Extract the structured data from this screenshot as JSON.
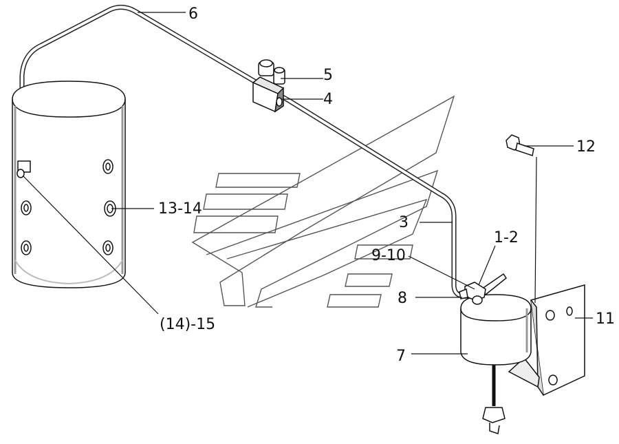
{
  "labels": {
    "p1_2": "1-2",
    "p3": "3",
    "p4": "4",
    "p5": "5",
    "p6": "6",
    "p7": "7",
    "p8": "8",
    "p9_10": "9-10",
    "p11": "11",
    "p12": "12",
    "p13_14": "13-14",
    "p14_15": "(14)-15"
  }
}
